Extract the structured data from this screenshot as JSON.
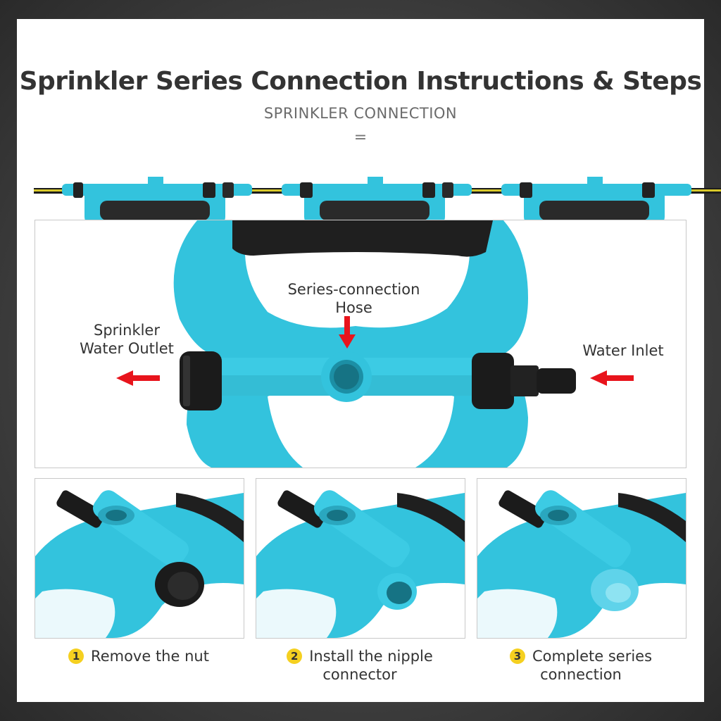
{
  "title": "Sprinkler Series Connection Instructions & Steps",
  "subtitle": "SPRINKLER CONNECTION",
  "equals_sign": "=",
  "colors": {
    "sprinkler_cyan": "#33c3dd",
    "sprinkler_dark": "#1a1a1a",
    "hose_yellow": "#d8c92a",
    "arrow_red": "#e8141c",
    "badge_yellow": "#f5d020"
  },
  "diagram": {
    "series_hose_label_line1": "Series-connection",
    "series_hose_label_line2": "Hose",
    "outlet_label_line1": "Sprinkler",
    "outlet_label_line2": "Water Outlet",
    "inlet_label": "Water Inlet"
  },
  "steps": [
    {
      "number": "1",
      "line1": "Remove the nut",
      "line2": ""
    },
    {
      "number": "2",
      "line1": "Install the nipple",
      "line2": "connector"
    },
    {
      "number": "3",
      "line1": "Complete series",
      "line2": "connection"
    }
  ]
}
